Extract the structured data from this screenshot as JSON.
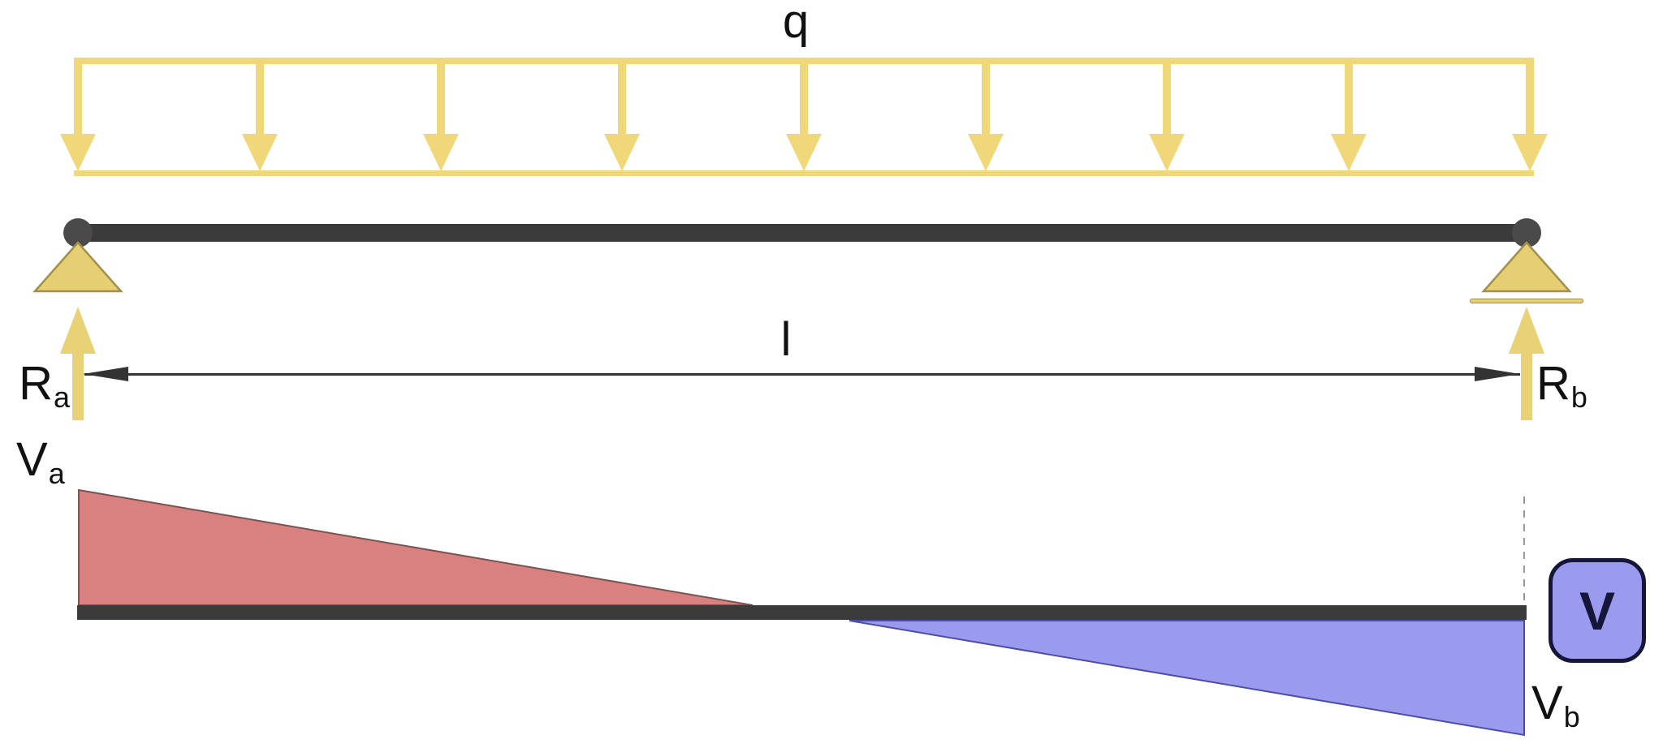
{
  "colors": {
    "load_yellow": "#f0d87a",
    "support_yellow": "#e6cf73",
    "support_stroke": "#a3904a",
    "reaction_yellow": "#e9d276",
    "beam_dark": "#3b3b3b",
    "pin_gray": "#4a4a4a",
    "dimension_gray": "#333333",
    "dashed_gray": "#999999",
    "shear_positive_red": "#d98181",
    "shear_positive_stroke": "#7a5353",
    "shear_negative_blue": "#9a9bee",
    "shear_negative_stroke": "#4d4da6",
    "badge_border_navy": "#16163a",
    "label_black": "#111111"
  },
  "diagram": {
    "load": {
      "label": "q",
      "arrow_count": 9
    },
    "dimension": {
      "label": "l"
    },
    "supports": {
      "left_type": "pin",
      "right_type": "roller"
    },
    "reactions": {
      "left": {
        "main": "R",
        "sub": "a"
      },
      "right": {
        "main": "R",
        "sub": "b"
      }
    },
    "shear": {
      "start": {
        "main": "V",
        "sub": "a"
      },
      "end": {
        "main": "V",
        "sub": "b"
      },
      "badge_label": "V"
    }
  }
}
